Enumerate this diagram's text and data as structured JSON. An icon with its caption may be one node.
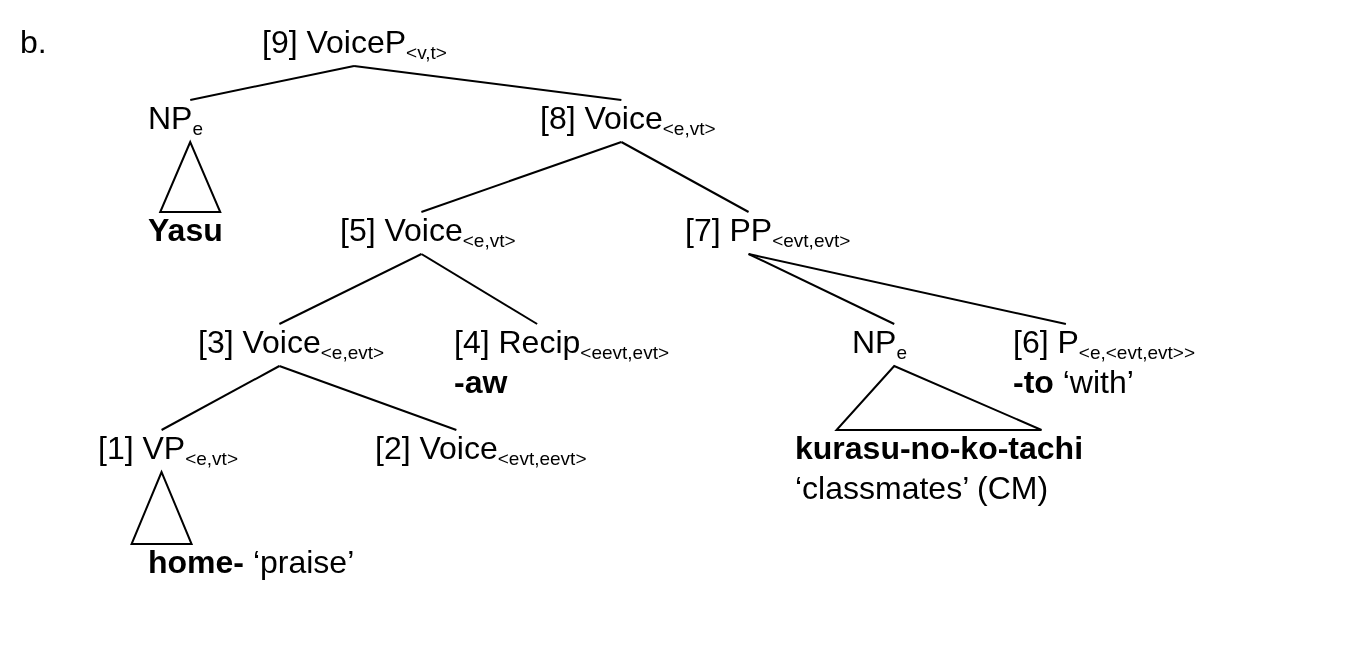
{
  "diagram": {
    "nodes": [
      {
        "text": [
          "[9] VoiceP$_{<v,t>}$"
        ]
      },
      {
        "text": [
          "NP$_{e}$"
        ]
      },
      {
        "text": [
          "[8] Voice$_{<e,vt>}$"
        ]
      },
      {
        "text": [
          "Yasu"
        ]
      },
      {
        "text": [
          "[5] Voice$_{<e,vt>}$"
        ]
      },
      {
        "text": [
          "[7] PP$_{<evt,evt>}$"
        ]
      },
      {
        "text": [
          "[3] Voice$_{<e,evt>}$"
        ]
      },
      {
        "text": [
          "[4] Recip$_{<eevt,evt>}$",
          "-aw"
        ]
      },
      {
        "text": [
          "NP$_{e}$"
        ]
      },
      {
        "text": [
          "[6] P$_{<e,<evt,evt>>}$",
          "**-to** ‘with’"
        ]
      },
      {
        "text": [
          "[1] VP$_{<e,vt>}$"
        ]
      },
      {
        "text": [
          "[2] Voice$_{<evt,eevt>}$"
        ]
      },
      {
        "text": [
          "kurasu-no-ko-tachi",
          "‘classmates’ (CM)"
        ]
      },
      {
        "text": [
          "**home-** ‘praise’"
        ]
      }
    ],
    "edges": [
      {
        "from": 0,
        "to": 1,
        "arrow": "none"
      },
      {
        "from": 0,
        "to": 2,
        "arrow": "none"
      },
      {
        "from": 1,
        "to": 3,
        "arrow": "none"
      },
      {
        "from": 2,
        "to": 4,
        "arrow": "none"
      },
      {
        "from": 2,
        "to": 5,
        "arrow": "none"
      },
      {
        "from": 4,
        "to": 6,
        "arrow": "none"
      },
      {
        "from": 4,
        "to": 7,
        "arrow": "none"
      },
      {
        "from": 5,
        "to": 8,
        "arrow": "none"
      },
      {
        "from": 5,
        "to": 9,
        "arrow": "none"
      },
      {
        "from": 8,
        "to": 12,
        "arrow": "none"
      },
      {
        "from": 6,
        "to": 10,
        "arrow": "none"
      },
      {
        "from": 6,
        "to": 11,
        "arrow": "none"
      },
      {
        "from": 10,
        "to": 13,
        "arrow": "none"
      }
    ],
    "labels": [
      "b."
    ]
  }
}
